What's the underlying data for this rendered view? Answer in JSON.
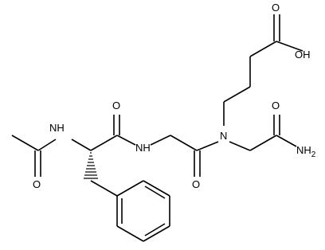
{
  "labels": {
    "oh": "OH",
    "o_acid": "O",
    "o_amide": "O",
    "nh2": "NH",
    "nh2_sub": "2",
    "nh_acetyl": "NH",
    "o_acetyl": "O",
    "o_phe": "O",
    "nh_gly": "NH",
    "o_gly": "O",
    "n_tertiary": "N"
  }
}
